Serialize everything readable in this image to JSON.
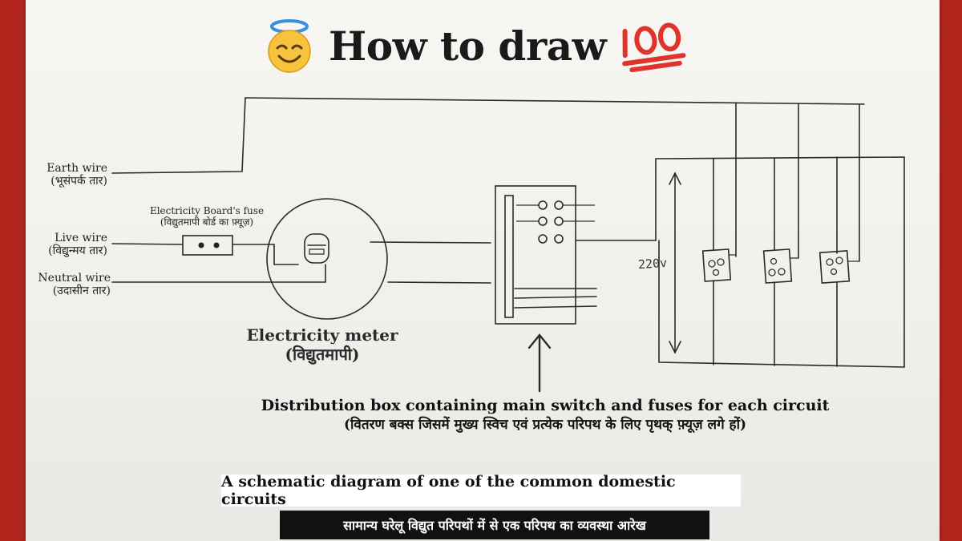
{
  "title": {
    "text": "How to draw",
    "left_icon": "smiling-face-with-halo-icon",
    "right_icon": "hundred-points-icon"
  },
  "labels": {
    "earth_wire": {
      "en": "Earth wire",
      "hi": "(भूसंपर्क तार)"
    },
    "live_wire": {
      "en": "Live wire",
      "hi": "(विद्युन्मय तार)"
    },
    "neutral_wire": {
      "en": "Neutral wire",
      "hi": "(उदासीन तार)"
    },
    "board_fuse": {
      "en": "Electricity Board's fuse",
      "hi": "(विद्युतमापी बोर्ड का फ़्यूज़)"
    },
    "meter": {
      "en": "Electricity meter",
      "hi": "(विद्युतमापी)"
    },
    "distribution_box": {
      "en": "Distribution box containing main switch and fuses for each circuit",
      "hi": "(वितरण बक्स जिसमें मुख्य स्विच एवं प्रत्येक परिपथ के लिए पृथक् फ़्यूज़ लगे हों)"
    },
    "voltage": "220v"
  },
  "captions": {
    "english": "A schematic diagram of one of the common domestic circuits",
    "hindi": "सामान्य घरेलू विद्युत परिपथों में से एक परिपथ का व्यवस्था आरेख"
  },
  "colors": {
    "frame": "#b3261e",
    "paper": "#f4f3f0",
    "ink": "#2a2a2a",
    "caption_en_bg": "#ffffff",
    "caption_hi_bg": "#111111"
  }
}
